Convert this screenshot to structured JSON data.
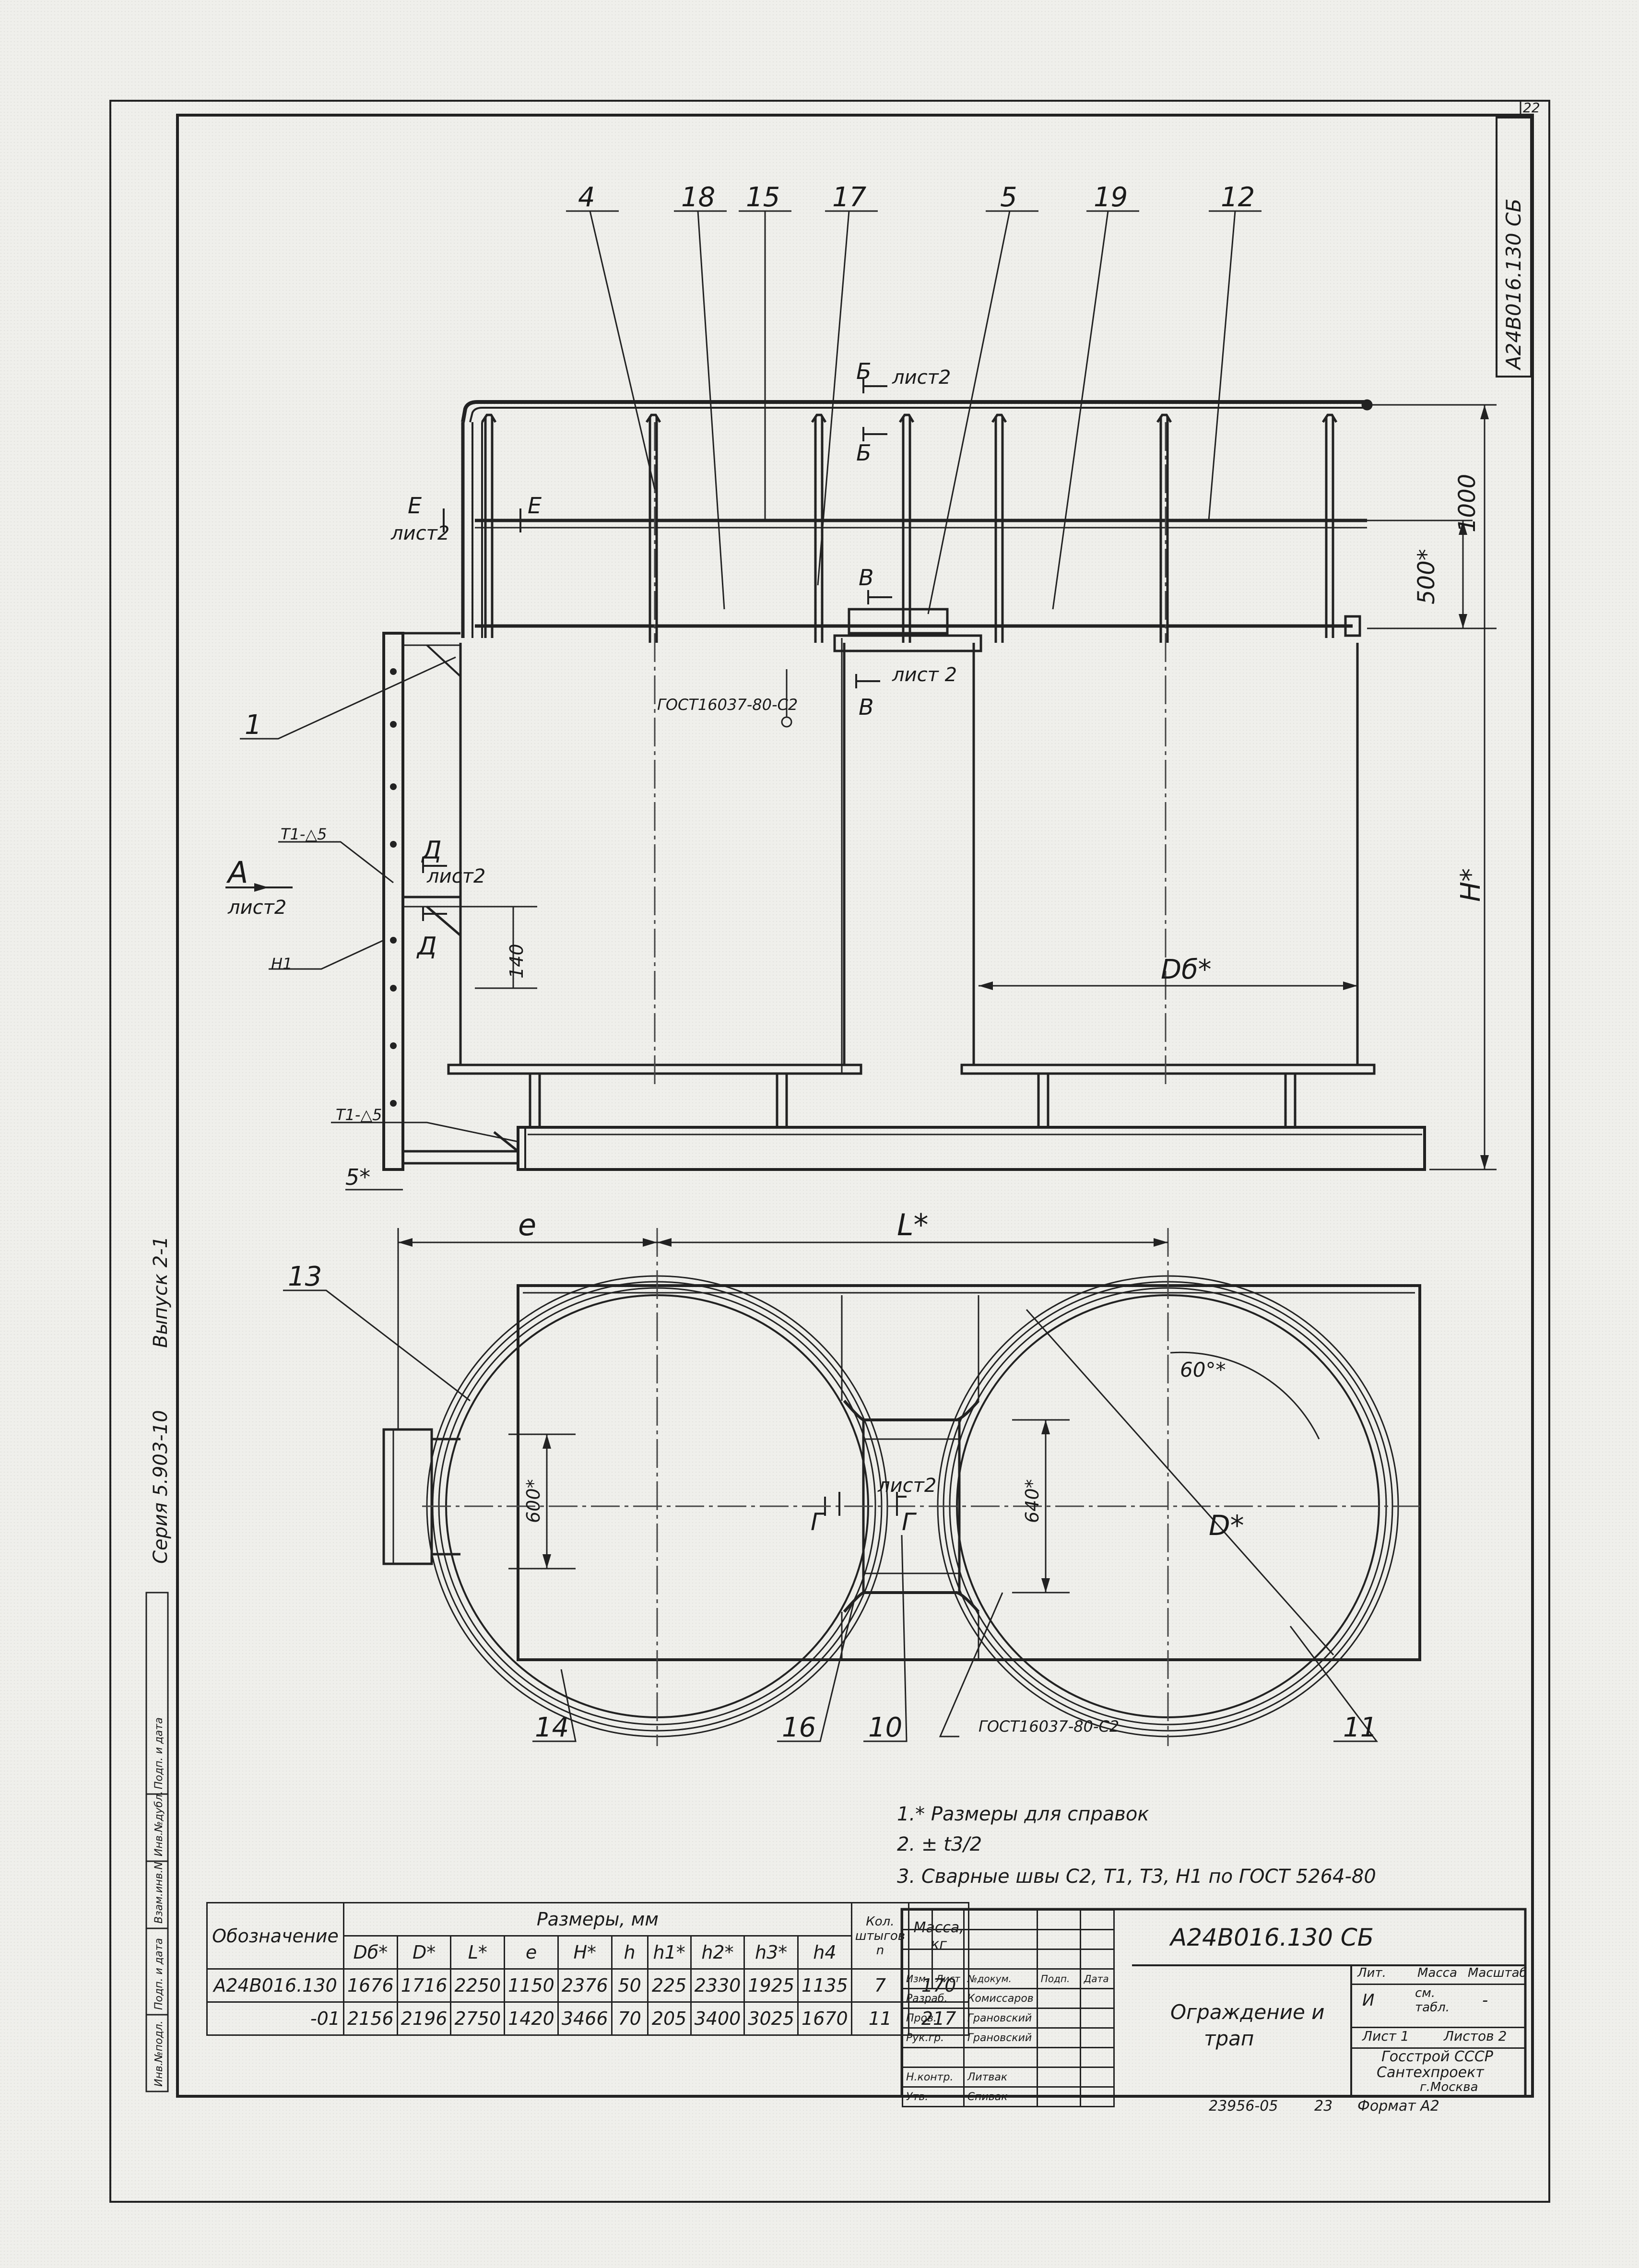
{
  "sheet": {
    "page_number": "22",
    "doc_code_vertical": "А24В016.130 СБ",
    "series": "Серия 5.903-10",
    "issue": "Выпуск 2-1",
    "side_labels": [
      "Инв.№подл.",
      "Подп. и дата",
      "Взам.инв.N",
      "Инв.№дубл.",
      "Подп. и дата"
    ]
  },
  "callouts": {
    "top": [
      "4",
      "18",
      "15",
      "17",
      "5",
      "19",
      "12"
    ],
    "left": "1",
    "plan": {
      "c13": "13",
      "c14": "14",
      "c16": "16",
      "c10": "10",
      "c11": "11"
    }
  },
  "sections": {
    "b_top": "Б",
    "b_top_sheet": "лист2",
    "b_bottom": "Б",
    "e_left": "Е",
    "e_right": "Е",
    "e_sheet": "лист2",
    "v_top": "В",
    "v_bottom": "В",
    "v_sheet": "лист 2",
    "a_label": "А",
    "a_sheet": "лист2",
    "d_top": "Д",
    "d_bottom": "Д",
    "d_sheet": "лист2",
    "g_left": "Г",
    "g_right": "Г",
    "g_sheet": "лист2"
  },
  "weld_marks": {
    "t1_top": "Т1-△5",
    "h1": "Н1",
    "t1_bottom": "Т1-△5",
    "gost_top": "ГОСТ16037-80-С2",
    "gost_plan": "ГОСТ16037-80-С2"
  },
  "dimensions": {
    "d1000": "1000",
    "d500": "500*",
    "h_star": "H*",
    "d140": "140",
    "db": "Dб*",
    "d5": "5*",
    "l_letter": "e",
    "l_star": "L*",
    "d600": "600*",
    "d640": "640*",
    "angle": "60°*",
    "dstar": "D*"
  },
  "notes": [
    "1.* Размеры для справок",
    "2. ± t3/2",
    "3. Сварные швы С2, Т1, Т3, Н1 по ГОСТ 5264-80"
  ],
  "dims_table": {
    "header_designation": "Обозначение",
    "header_sizes": "Размеры, мм",
    "header_qty": "Кол. штыгов n",
    "header_mass": "Масса, кг",
    "columns": [
      "Dб*",
      "D*",
      "L*",
      "e",
      "H*",
      "h",
      "h1*",
      "h2*",
      "h3*",
      "h4"
    ],
    "rows": [
      {
        "designation": "А24В016.130",
        "values": [
          "1676",
          "1716",
          "2250",
          "1150",
          "2376",
          "50",
          "225",
          "2330",
          "1925",
          "1135"
        ],
        "qty": "7",
        "mass": "170"
      },
      {
        "designation": "-01",
        "values": [
          "2156",
          "2196",
          "2750",
          "1420",
          "3466",
          "70",
          "205",
          "3400",
          "3025",
          "1670"
        ],
        "qty": "11",
        "mass": "217"
      }
    ]
  },
  "title_block": {
    "doc_code": "А24В016.130 СБ",
    "title_line1": "Ограждение и",
    "title_line2": "трап",
    "head": [
      "Изм.",
      "Лист",
      "№докум.",
      "Подп.",
      "Дата"
    ],
    "roles": [
      {
        "role": "Разраб.",
        "name": "Комиссаров"
      },
      {
        "role": "Пров.",
        "name": "Грановский"
      },
      {
        "role": "Рук.гр.",
        "name": "Грановский"
      },
      {
        "role": "",
        "name": ""
      },
      {
        "role": "Н.контр.",
        "name": "Литвак"
      },
      {
        "role": "Утв.",
        "name": "Спивак"
      }
    ],
    "lit": "Лит.",
    "massa": "Масса",
    "masshtab": "Масштаб",
    "lit_val": "И",
    "massa_val": "см. табл.",
    "masshtab_val": "-",
    "list": "Лист 1",
    "listov": "Листов 2",
    "org1": "Госстрой СССР",
    "org2": "Сантехпроект",
    "org3": "г.Москва"
  },
  "footer": {
    "archive": "23956-05",
    "copy": "23",
    "format": "Формат А2"
  }
}
